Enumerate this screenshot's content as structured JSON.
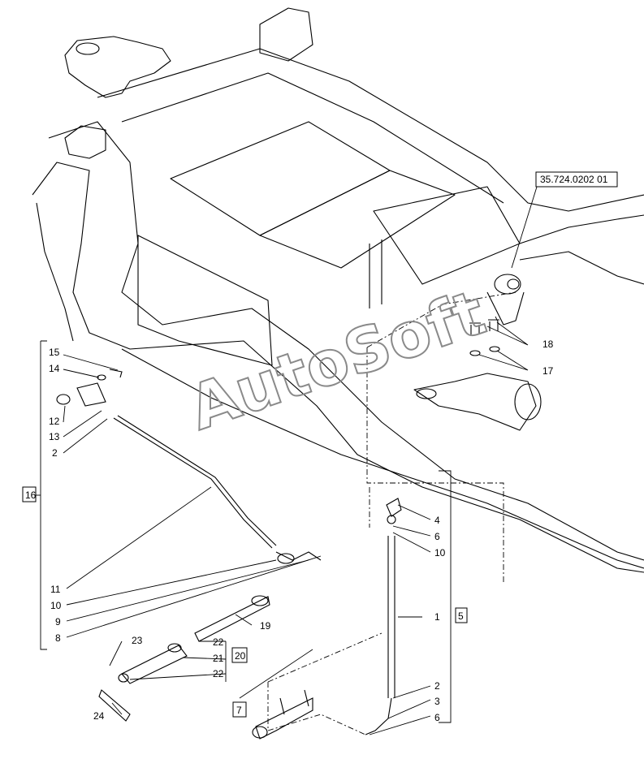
{
  "reference_box": "35.724.0202 01",
  "watermark": "AutoSoft",
  "callouts": {
    "c15": "15",
    "c14": "14",
    "c12": "12",
    "c13": "13",
    "c2a": "2",
    "c16": "16",
    "c11": "11",
    "c10a": "10",
    "c9": "9",
    "c8": "8",
    "c19": "19",
    "c23": "23",
    "c22a": "22",
    "c21": "21",
    "c22b": "22",
    "c20": "20",
    "c24": "24",
    "c7": "7",
    "c18": "18",
    "c17": "17",
    "c4": "4",
    "c6a": "6",
    "c10b": "10",
    "c5": "5",
    "c1": "1",
    "c2b": "2",
    "c3": "3",
    "c6b": "6"
  }
}
